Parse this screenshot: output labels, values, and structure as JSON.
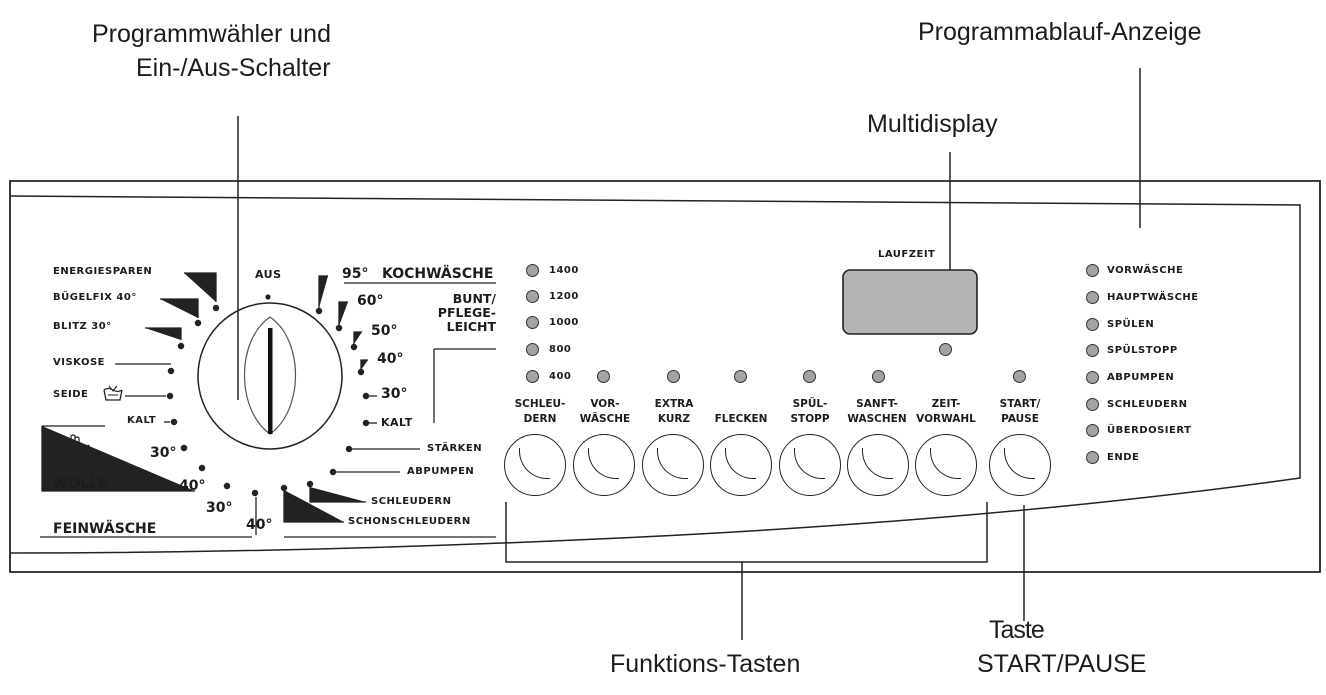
{
  "callouts": {
    "programmwaehler_l1": "Programmwähler und",
    "programmwaehler_l2": "Ein-/Aus-Schalter",
    "programmablauf": "Programmablauf-Anzeige",
    "multidisplay": "Multidisplay",
    "funktionstasten": "Funktions-Tasten",
    "taste_l1": "Taste",
    "taste_l2": "START/PAUSE"
  },
  "dial_left": {
    "energiesparen": "ENERGIESPAREN",
    "buegelfix": "BÜGELFIX 40°",
    "blitz": "BLITZ 30°",
    "viskose": "VISKOSE",
    "seide": "SEIDE",
    "kalt": "KALT",
    "wolle_30": "30°",
    "wolle_40": "40°",
    "wolle": "WOLLE",
    "fein_30": "30°",
    "fein_40": "40°",
    "feinwaesche": "FEINWÄSCHE"
  },
  "dial_top": {
    "aus": "AUS"
  },
  "dial_right": {
    "t95": "95°",
    "kochwaesche": "KOCHWÄSCHE",
    "t60": "60°",
    "bunt_l1": "BUNT/",
    "bunt_l2": "PFLEGE-",
    "bunt_l3": "LEICHT",
    "t50": "50°",
    "t40": "40°",
    "t30": "30°",
    "kalt": "KALT",
    "staerken": "STÄRKEN",
    "abpumpen": "ABPUMPEN",
    "schleudern": "SCHLEUDERN",
    "schonschleudern": "SCHONSCHLEUDERN"
  },
  "spin_speeds": [
    "1400",
    "1200",
    "1000",
    "800",
    "400"
  ],
  "buttons": [
    {
      "l1": "SCHLEU-",
      "l2": "DERN"
    },
    {
      "l1": "VOR-",
      "l2": "WÄSCHE"
    },
    {
      "l1": "EXTRA",
      "l2": "KURZ"
    },
    {
      "l1": "FLECKEN",
      "l2": ""
    },
    {
      "l1": "SPÜL-",
      "l2": "STOPP"
    },
    {
      "l1": "SANFT-",
      "l2": "WASCHEN"
    },
    {
      "l1": "ZEIT-",
      "l2": "VORWAHL"
    },
    {
      "l1": "START/",
      "l2": "PAUSE"
    }
  ],
  "display": {
    "label": "LAUFZEIT",
    "screen_color": "#b3b3b3"
  },
  "status_indicators": [
    "VORWÄSCHE",
    "HAUPTWÄSCHE",
    "SPÜLEN",
    "SPÜLSTOPP",
    "ABPUMPEN",
    "SCHLEUDERN",
    "ÜBERDOSIERT",
    "ENDE"
  ],
  "colors": {
    "led": "#a3a3a3",
    "line": "#222222"
  },
  "icons": {
    "seide": "silk-care-icon",
    "wolle": "wool-handwash-icon"
  }
}
